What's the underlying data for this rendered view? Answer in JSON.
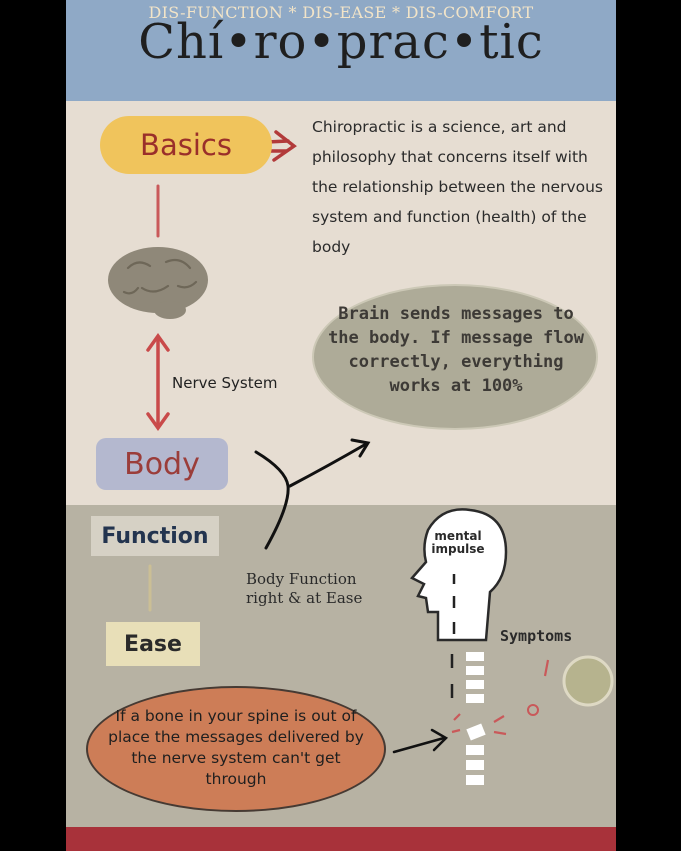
{
  "header": {
    "title": "Chí•ro•prac•tic",
    "colors": {
      "header_bg": "#8fa9c6",
      "top_bg": "#e6ddd2",
      "bottom_bg": "#b7b2a3",
      "footer_bg": "#a8323a"
    }
  },
  "basics": {
    "label": "Basics",
    "description": "Chiropractic is a science, art and philosophy that concerns itself with the relationship between the nervous system and function (health) of the body"
  },
  "nerve_system": {
    "label": "Nerve System"
  },
  "brain_bubble": {
    "text": "Brain sends messages to the body. If message flow correctly, everything works at 100%"
  },
  "body": {
    "label": "Body"
  },
  "function": {
    "label": "Function"
  },
  "ease": {
    "label": "Ease"
  },
  "body_function": {
    "text": "Body Function right & at Ease"
  },
  "head": {
    "label": "mental impulse"
  },
  "symptoms": {
    "label": "Symptoms"
  },
  "spine_bubble": {
    "text": "If a bone in your spine is out of place the messages delivered by the nerve system can't get through"
  },
  "footer": {
    "text": "DIS-FUNCTION * DIS-EASE * DIS-COMFORT"
  },
  "icons": [
    "brain-icon",
    "double-arrow-icon",
    "head-silhouette-icon",
    "spine-icon"
  ]
}
